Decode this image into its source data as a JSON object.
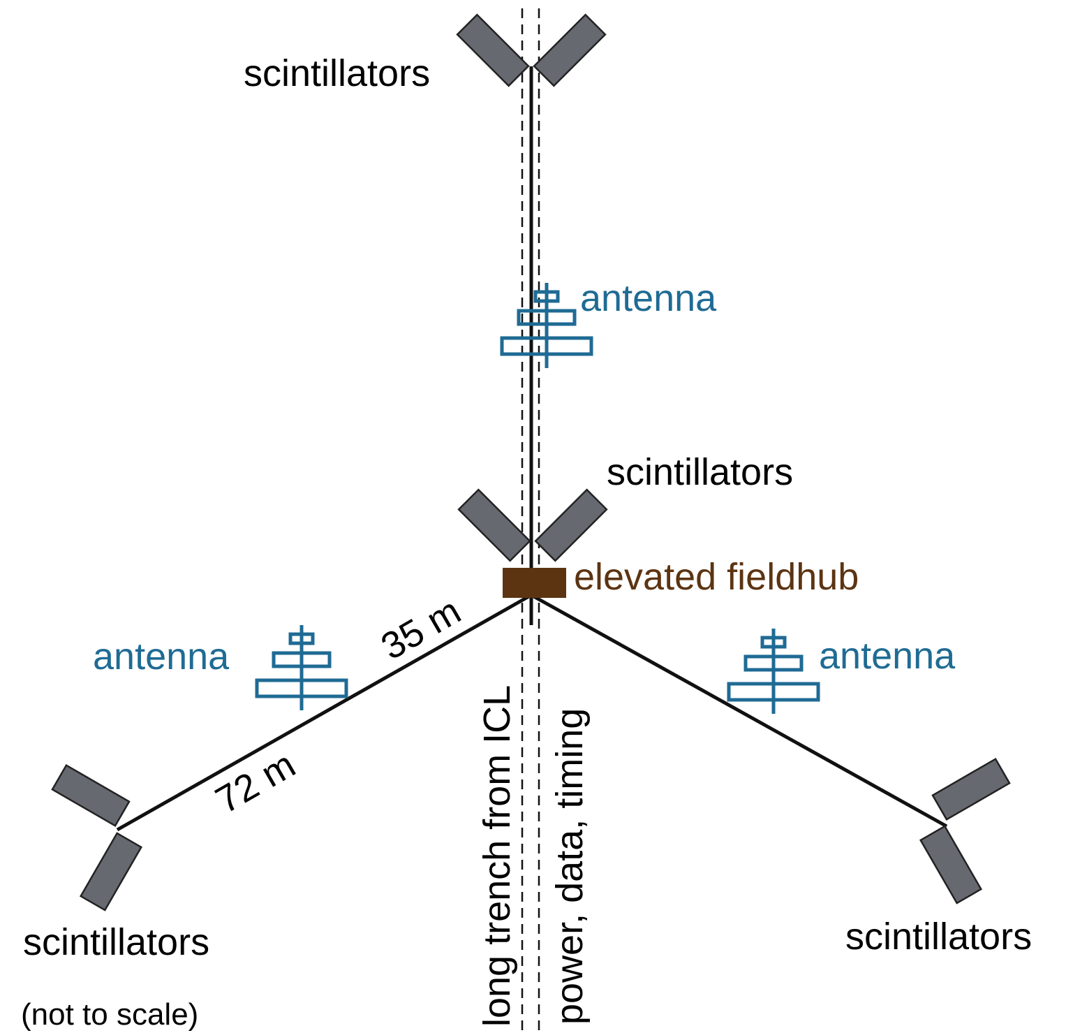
{
  "labels": {
    "scintillators_top": "scintillators",
    "scintillators_center": "scintillators",
    "scintillators_left": "scintillators",
    "scintillators_right": "scintillators",
    "antenna_top": "antenna",
    "antenna_left": "antenna",
    "antenna_right": "antenna",
    "fieldhub": "elevated fieldhub",
    "distance_35": "35 m",
    "distance_72": "72 m",
    "trench": "long trench from ICL",
    "trench_contents": "power, data, timing",
    "scale_note": "(not to scale)"
  },
  "colors": {
    "scintillator": "#666970",
    "antenna": "#1f6b94",
    "fieldhub": "#5c3412",
    "cable": "#111111"
  }
}
